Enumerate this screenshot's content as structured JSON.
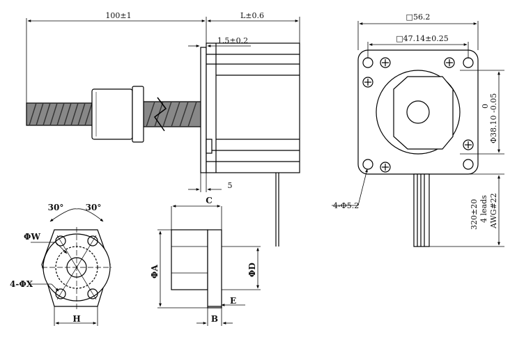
{
  "front_view": {
    "screw_length": "100±1",
    "body_length": "L±0.6",
    "flange_thickness": "1.5±0.2",
    "lead_offset": "5"
  },
  "end_view": {
    "square": "□56.2",
    "hole_spacing": "□47.14±0.25",
    "boss_dia": "Φ38.10 -0.05",
    "boss_tol_upper": "0",
    "mount_holes": "4-Φ5.2",
    "lead_length": "320±20",
    "lead_count": "4 leads",
    "lead_gauge": "AWG#22"
  },
  "nut_view": {
    "angle_left": "30°",
    "angle_right": "30°",
    "dia_w": "ΦW",
    "holes_x": "4-ΦX",
    "width_h": "H"
  },
  "nut_side_view": {
    "length_c": "C",
    "dia_a": "ΦA",
    "dia_d": "ΦD",
    "e": "E",
    "b": "B"
  }
}
